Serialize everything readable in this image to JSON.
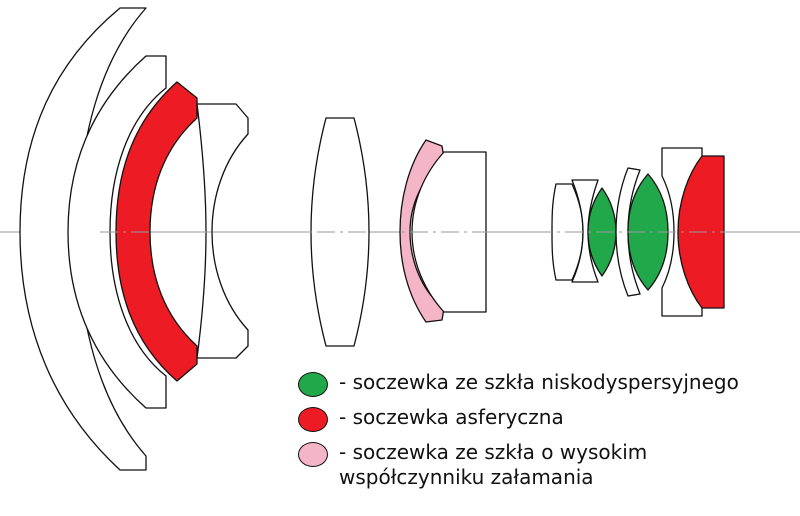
{
  "colors": {
    "low_dispersion": "#21a84a",
    "aspherical": "#ed1c24",
    "high_refraction": "#f4b5c9",
    "plain": "#ffffff",
    "outline": "#111111",
    "axis": "#9a9a9a"
  },
  "legend": {
    "items": [
      {
        "key": "low_dispersion",
        "label": "- soczewka ze szkła niskodyspersyjnego"
      },
      {
        "key": "aspherical",
        "label": "- soczewka asferyczna"
      },
      {
        "key": "high_refraction",
        "label": "- soczewka ze szkła o wysokim\nwspółczynniku załamania"
      }
    ]
  },
  "lenses": [
    {
      "name": "front-meniscus-lens",
      "type": "low_dispersion_no",
      "glass": "plain"
    },
    {
      "name": "second-meniscus-lens",
      "glass": "plain"
    },
    {
      "name": "aspherical-meniscus-lens",
      "glass": "aspherical"
    },
    {
      "name": "concave-lens-1",
      "glass": "plain"
    },
    {
      "name": "biconvex-lens-middle",
      "glass": "plain"
    },
    {
      "name": "high-refraction-lens",
      "glass": "high_refraction"
    },
    {
      "name": "plano-concave-lens",
      "glass": "plain"
    },
    {
      "name": "small-concave-lens",
      "glass": "plain"
    },
    {
      "name": "thin-meniscus-lens",
      "glass": "plain"
    },
    {
      "name": "low-dispersion-lens-1",
      "glass": "low_dispersion"
    },
    {
      "name": "thin-meniscus-lens-2",
      "glass": "plain"
    },
    {
      "name": "low-dispersion-lens-2",
      "glass": "low_dispersion"
    },
    {
      "name": "rear-housing-lens",
      "glass": "plain"
    },
    {
      "name": "rear-aspherical-lens",
      "glass": "aspherical"
    }
  ]
}
